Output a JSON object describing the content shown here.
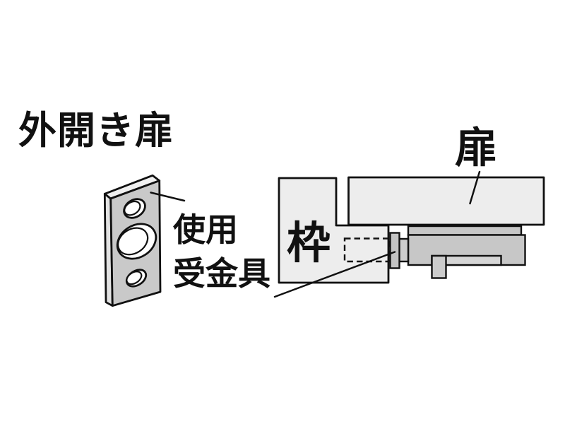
{
  "title": "外開き扉",
  "diagram": {
    "door_label": "扉",
    "frame_label": "枠",
    "strike_plate_label_line1": "使用",
    "strike_plate_label_line2": "受金具"
  },
  "colors": {
    "background": "#ffffff",
    "outline": "#111111",
    "door_fill": "#ededed",
    "frame_fill": "#ededed",
    "lock_strip_fill": "#c7c7c7",
    "lock_body_fill": "#c7c7c7",
    "lock_inner_fill": "#d6d6d6",
    "lock_tab_fill": "#cccccc",
    "latch_fill": "#cdcdcd",
    "flange_fill": "#c3c3c3",
    "plate_front_fill": "#c9c9c9",
    "plate_top_fill": "#f1f1f1",
    "plate_side_fill": "#e2e2e2",
    "hole_fill": "#ffffff"
  }
}
